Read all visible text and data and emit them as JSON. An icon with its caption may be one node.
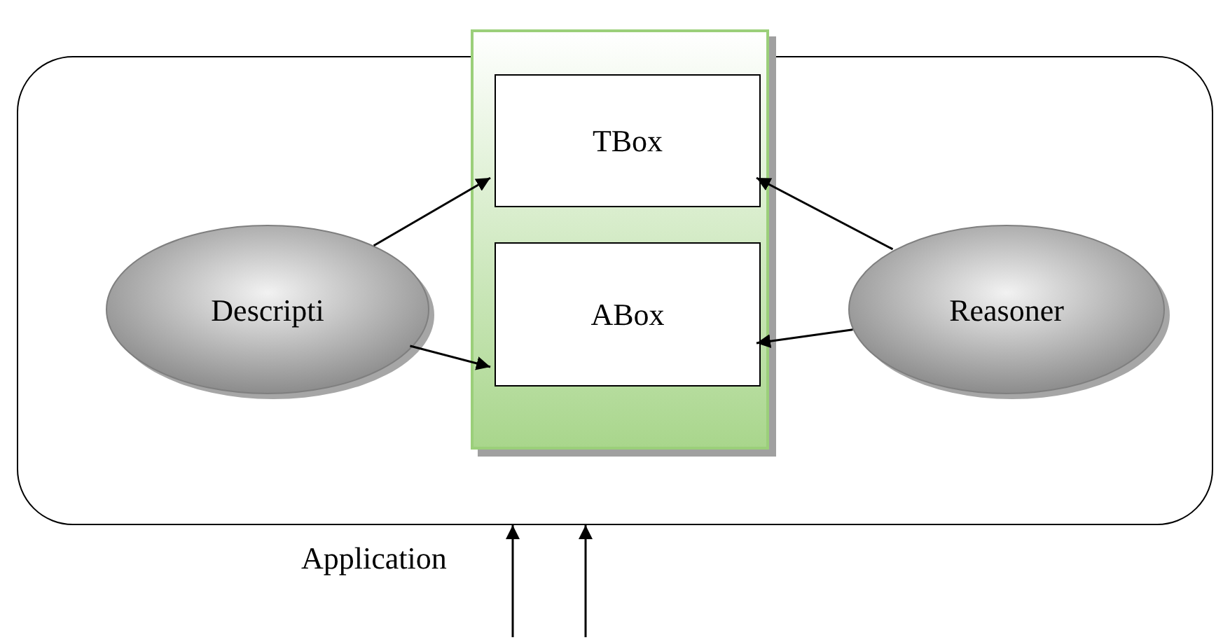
{
  "diagram": {
    "nodes": [
      {
        "text": [],
        "shape": "box"
      },
      {
        "text": [],
        "shape": "box",
        "in": 0
      },
      {
        "text": [
          "TBox"
        ],
        "in": 1
      },
      {
        "text": [
          "ABox"
        ],
        "in": 1
      },
      {
        "text": [
          "Descripti"
        ],
        "in": 0
      },
      {
        "text": [
          "Reasoner"
        ],
        "in": 0
      }
    ],
    "edges": [
      {
        "from": 4,
        "to": 2,
        "arrow": "to"
      },
      {
        "from": 4,
        "to": 3,
        "arrow": "to"
      },
      {
        "from": 5,
        "to": 2,
        "arrow": "to"
      },
      {
        "from": 5,
        "to": 3,
        "arrow": "to"
      },
      {
        "from": null,
        "to": 0,
        "arrow": "to"
      },
      {
        "from": null,
        "to": 0,
        "arrow": "to"
      }
    ],
    "labels": [
      "Application"
    ]
  }
}
